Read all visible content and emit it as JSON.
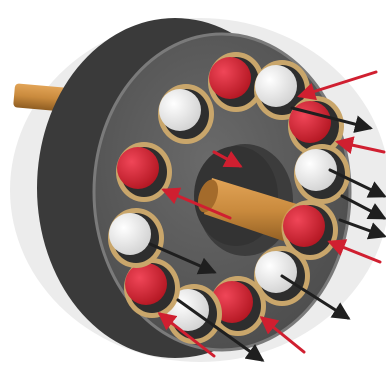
{
  "diagram": {
    "subject": "axial-piston-pump-cylinder-block",
    "text_labels": [],
    "colors": {
      "background": "#ffffff",
      "outer_disc": "#e9e9e9",
      "housing": "#3f3f3f",
      "face": "#5c5c5c",
      "bore_rim": "#c9a66b",
      "shaft": "#c98a3d",
      "piston_red": "#d21f32",
      "piston_white": "#f2f2f2",
      "arrow_red": "#d01f30",
      "arrow_black": "#1f1f1f"
    },
    "pistons": [
      {
        "id": "p1",
        "color": "red"
      },
      {
        "id": "p2",
        "color": "white"
      },
      {
        "id": "p3",
        "color": "red"
      },
      {
        "id": "p4",
        "color": "white"
      },
      {
        "id": "p5",
        "color": "red"
      },
      {
        "id": "p6",
        "color": "white"
      },
      {
        "id": "p7",
        "color": "red"
      },
      {
        "id": "p8",
        "color": "white"
      },
      {
        "id": "p9",
        "color": "red"
      },
      {
        "id": "p10",
        "color": "white"
      },
      {
        "id": "p11",
        "color": "red"
      },
      {
        "id": "p12",
        "color": "white"
      }
    ],
    "flow_arrows": [
      {
        "id": "a1",
        "color": "red"
      },
      {
        "id": "a2",
        "color": "black"
      },
      {
        "id": "a3",
        "color": "red"
      },
      {
        "id": "a4",
        "color": "black"
      },
      {
        "id": "a5",
        "color": "red"
      },
      {
        "id": "a6",
        "color": "black"
      },
      {
        "id": "a7",
        "color": "red"
      },
      {
        "id": "a8",
        "color": "black"
      },
      {
        "id": "a9",
        "color": "red"
      },
      {
        "id": "a10",
        "color": "black"
      },
      {
        "id": "a11",
        "color": "red"
      },
      {
        "id": "a12",
        "color": "black"
      },
      {
        "id": "a13",
        "color": "red"
      },
      {
        "id": "a14",
        "color": "black"
      }
    ]
  }
}
